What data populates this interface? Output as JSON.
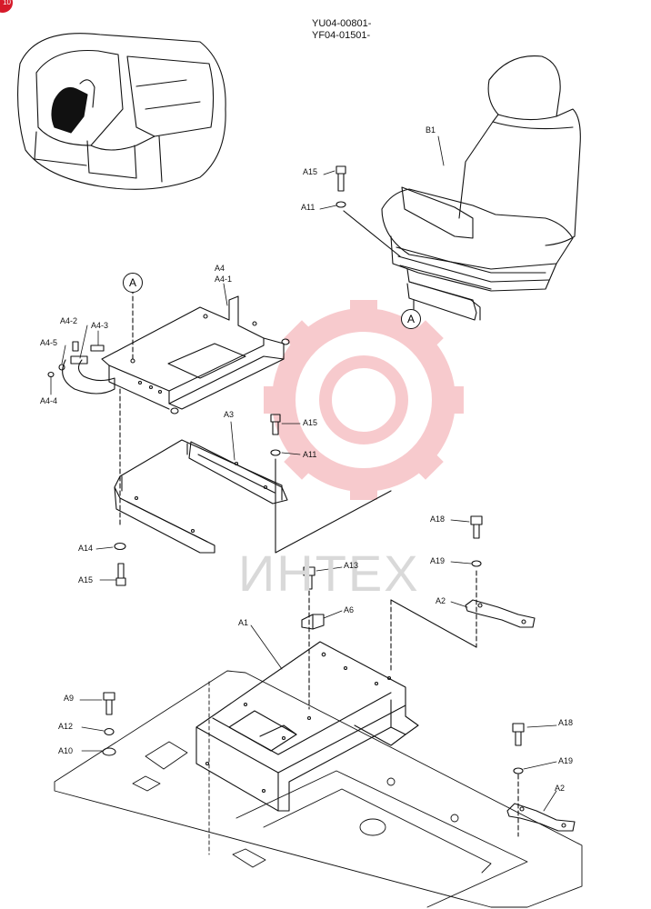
{
  "badge": "10",
  "header": {
    "code_line_1": "YU04-00801-",
    "code_line_2": "YF04-01501-"
  },
  "watermark": "ИНТЕХ",
  "callouts": {
    "top": "A",
    "bottom": "A"
  },
  "labels": {
    "B1": "B1",
    "A15_top": "A15",
    "A11_top": "A11",
    "A4": "A4",
    "A4_1": "A4-1",
    "A4_2": "A4-2",
    "A4_3": "A4-3",
    "A4_5": "A4-5",
    "A4_4": "A4-4",
    "A3": "A3",
    "A15_mid": "A15",
    "A11_mid": "A11",
    "A14": "A14",
    "A15_low": "A15",
    "A18_r1": "A18",
    "A19_r1": "A19",
    "A2_r1": "A2",
    "A13": "A13",
    "A6": "A6",
    "A1": "A1",
    "A9": "A9",
    "A12": "A12",
    "A10": "A10",
    "A18_r2": "A18",
    "A19_r2": "A19",
    "A2_r2": "A2"
  },
  "colors": {
    "line": "#111111",
    "watermark": "#f2a0a6"
  }
}
